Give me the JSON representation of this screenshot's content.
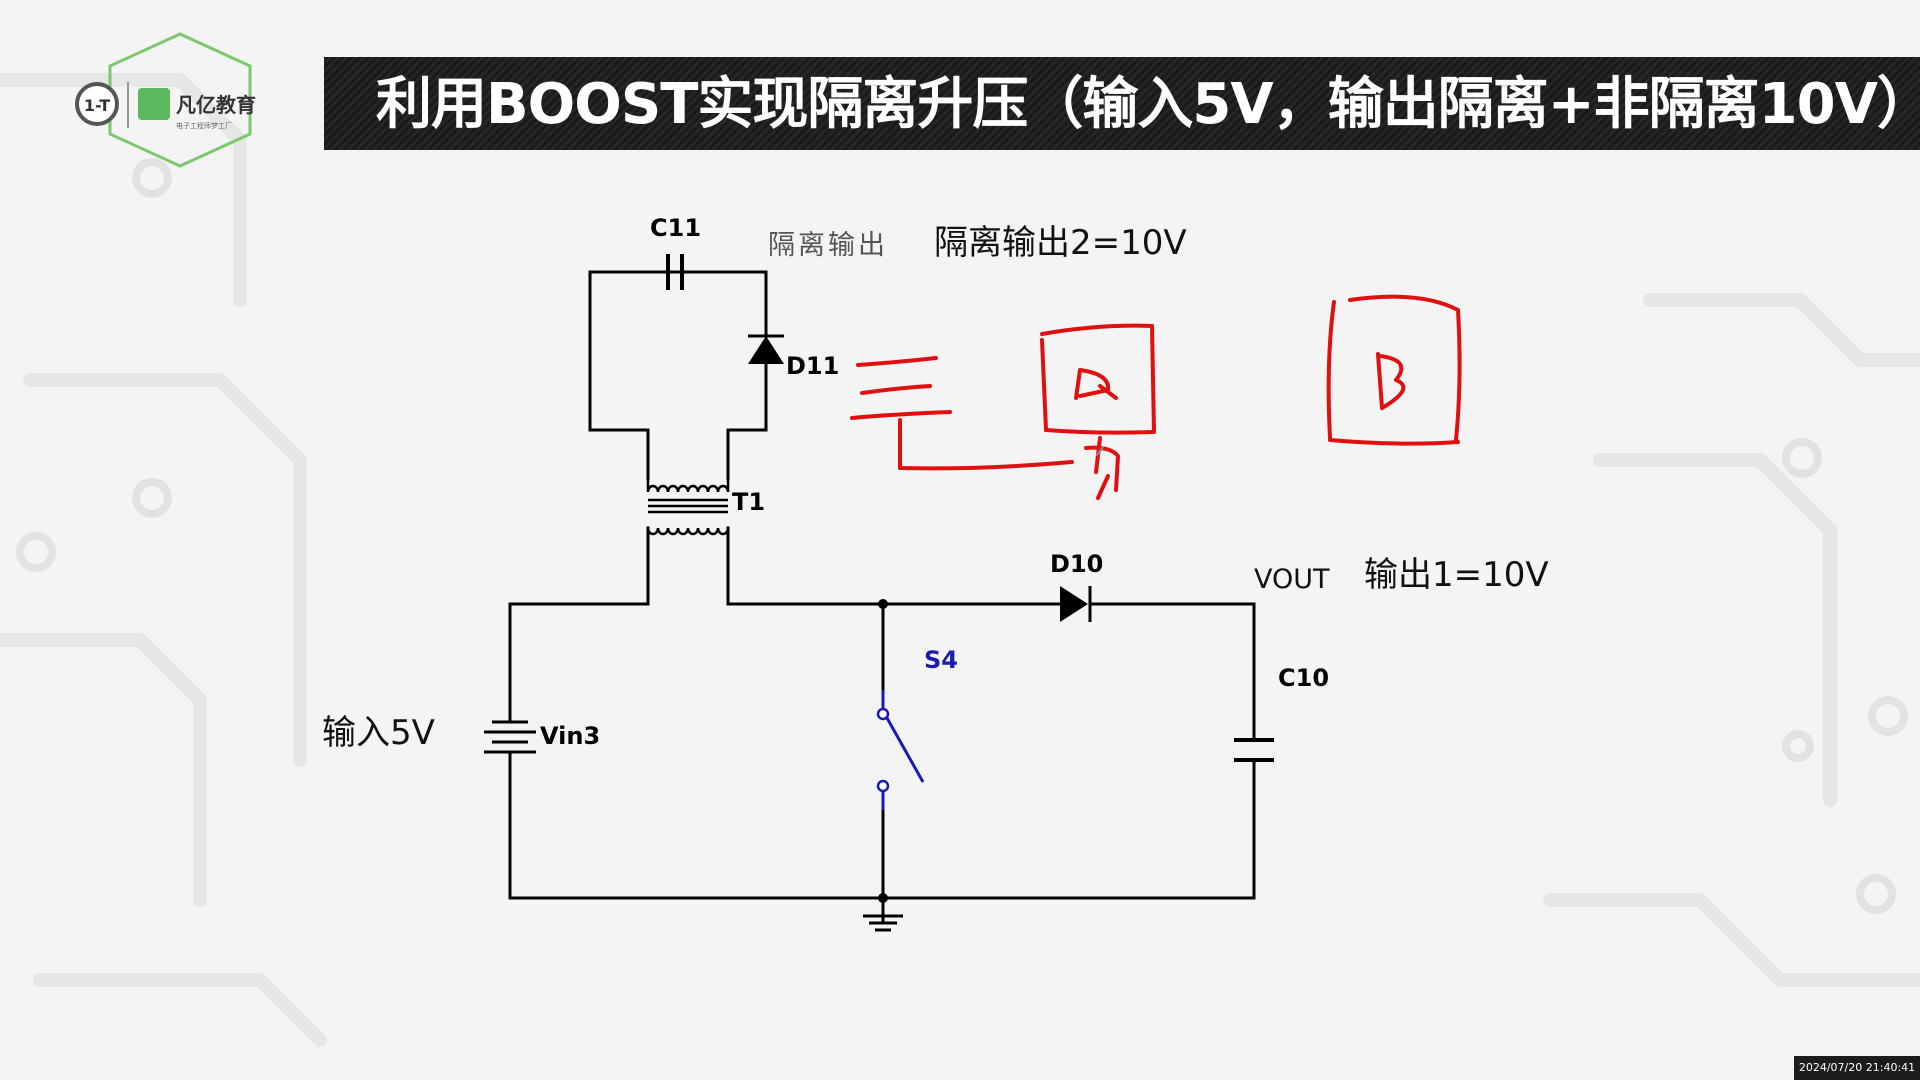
{
  "header": {
    "title": "利用BOOST实现隔离升压（输入5V，输出隔离+非隔离10V）"
  },
  "logo": {
    "mark": "1-T",
    "brand_name": "凡亿教育",
    "tagline": "电子工程师梦工厂"
  },
  "schematic": {
    "components": {
      "c11": "C11",
      "d11": "D11",
      "t1": "T1",
      "d10": "D10",
      "c10": "C10",
      "s4": "S4",
      "vin3": "Vin3"
    },
    "labels": {
      "isolated_output": "隔离输出",
      "isolated_output_2": "隔离输出2=10V",
      "vout": "VOUT",
      "output_1": "输出1=10V",
      "input_5v": "输入5V"
    }
  },
  "colors": {
    "wire": "#000000",
    "switch": "#1a1ab4",
    "handwriting": "#e01010",
    "title_bar": "#1a1a1a",
    "logo_green": "#5cb85c"
  },
  "timestamp": "2024/07/20 21:40:41"
}
